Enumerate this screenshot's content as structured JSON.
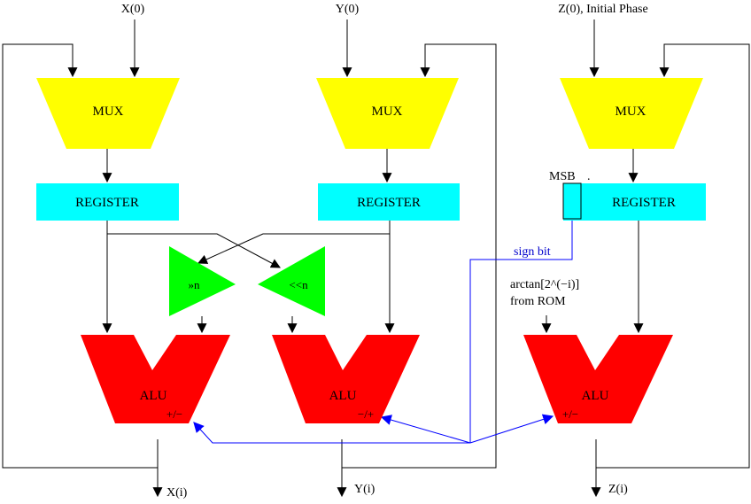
{
  "inputs": {
    "x0": "X(0)",
    "y0": "Y(0)",
    "z0": "Z(0), Initial Phase"
  },
  "mux_label": "MUX",
  "register_label": "REGISTER",
  "alu_label": "ALU",
  "shift_right": "»n",
  "shift_left": "<<n",
  "msb_label": "MSB",
  "sign_bit": "sign bit",
  "rom_line1": "arctan[2^(−i)]",
  "rom_line2": "from ROM",
  "alu_ops": {
    "x": "+/−",
    "y": "−/+",
    "z": "+/−"
  },
  "outputs": {
    "x": "X(i)",
    "y": "Y(i)",
    "z": "Z(i)"
  },
  "colors": {
    "mux": "#ffff00",
    "register": "#00ffff",
    "shifter": "#00ff00",
    "alu": "#ff0000",
    "sign_wire": "#0000ff",
    "wire": "#000000"
  }
}
